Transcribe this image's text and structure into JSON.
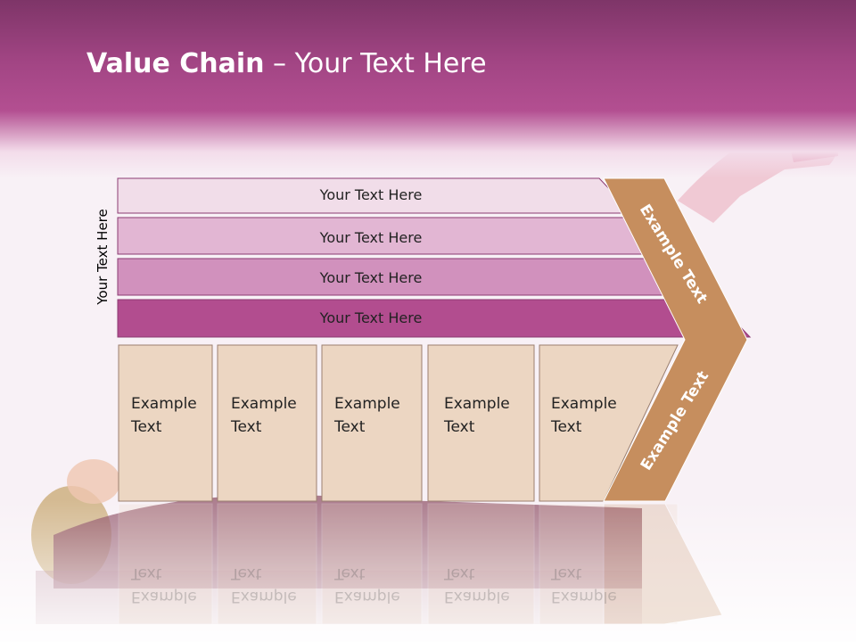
{
  "slide": {
    "title_bold": "Value Chain",
    "title_rest": " – Your Text Here",
    "side_label": "Your Text Here"
  },
  "bars": [
    {
      "label": "Your Text Here",
      "color": "#f1dde9"
    },
    {
      "label": "Your Text Here",
      "color": "#e2b6d3"
    },
    {
      "label": "Your Text Here",
      "color": "#d191bd"
    },
    {
      "label": "Your Text Here",
      "color": "#b24d8f"
    }
  ],
  "boxes": [
    {
      "line1": "Example",
      "line2": "Text"
    },
    {
      "line1": "Example",
      "line2": "Text"
    },
    {
      "line1": "Example",
      "line2": "Text"
    },
    {
      "line1": "Example",
      "line2": "Text"
    },
    {
      "line1": "Example",
      "line2": "Text"
    }
  ],
  "chevron": {
    "upper_label": "Example Text",
    "lower_label": "Example Text",
    "color": "#c68e5e"
  },
  "colors": {
    "box_fill": "#ecd6c2",
    "header_top": "#7e3568",
    "header_mid": "#b34f91"
  }
}
